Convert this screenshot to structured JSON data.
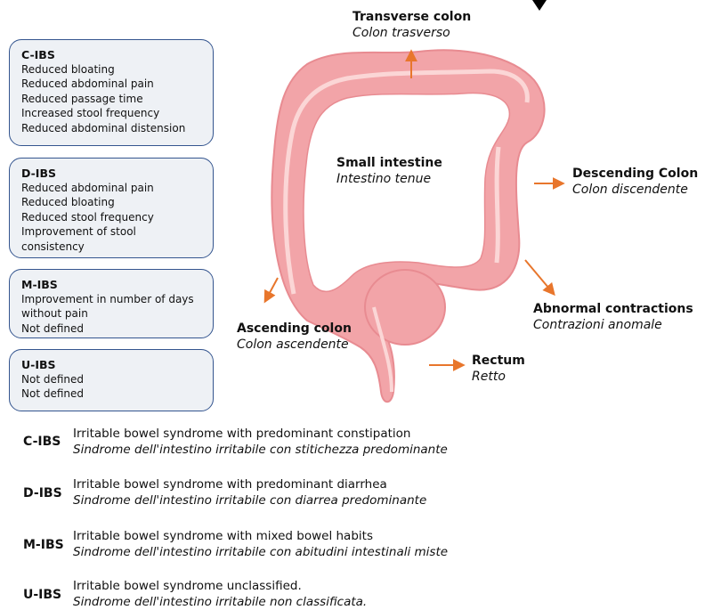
{
  "boxes": [
    {
      "title": "C-IBS",
      "lines": [
        "Reduced bloating",
        "Reduced abdominal pain",
        "Reduced passage time",
        "Increased stool frequency",
        "Reduced abdominal distension"
      ]
    },
    {
      "title": "D-IBS",
      "lines": [
        "Reduced abdominal pain",
        "Reduced bloating",
        "Reduced stool frequency",
        "Improvement of stool\nconsistency"
      ]
    },
    {
      "title": "M-IBS",
      "lines": [
        "Improvement in number of days\nwithout pain",
        "Not defined"
      ]
    },
    {
      "title": "U-IBS",
      "lines": [
        "Not defined",
        "Not defined"
      ]
    }
  ],
  "labels": {
    "transverse": {
      "en": "Transverse colon",
      "it": "Colon trasverso"
    },
    "small_intestine": {
      "en": "Small intestine",
      "it": "Intestino tenue"
    },
    "descending": {
      "en": "Descending Colon",
      "it": "Colon discendente"
    },
    "abnormal": {
      "en": "Abnormal contractions",
      "it": "Contrazioni anomale"
    },
    "ascending": {
      "en": "Ascending colon",
      "it": "Colon ascendente"
    },
    "rectum": {
      "en": "Rectum",
      "it": "Retto"
    }
  },
  "legend": [
    {
      "abbr": "C-IBS",
      "en": "Irritable bowel syndrome with predominant constipation",
      "it": "Sindrome dell'intestino irritabile con stitichezza predominante"
    },
    {
      "abbr": "D-IBS",
      "en": "Irritable bowel syndrome with predominant diarrhea",
      "it": "Sindrome dell'intestino irritabile con diarrea predominante"
    },
    {
      "abbr": "M-IBS",
      "en": "Irritable bowel syndrome with mixed bowel habits",
      "it": "Sindrome dell'intestino irritabile con abitudini intestinali miste"
    },
    {
      "abbr": "U-IBS",
      "en": "Irritable bowel syndrome unclassified.",
      "it": "Sindrome dell'intestino irritabile non classificata."
    }
  ],
  "colors": {
    "arrow": "#e8762c",
    "box_border": "#34558f",
    "box_fill": "#eef1f5",
    "colon": "#f2a4a8",
    "colon_light": "#fbd6d6"
  }
}
